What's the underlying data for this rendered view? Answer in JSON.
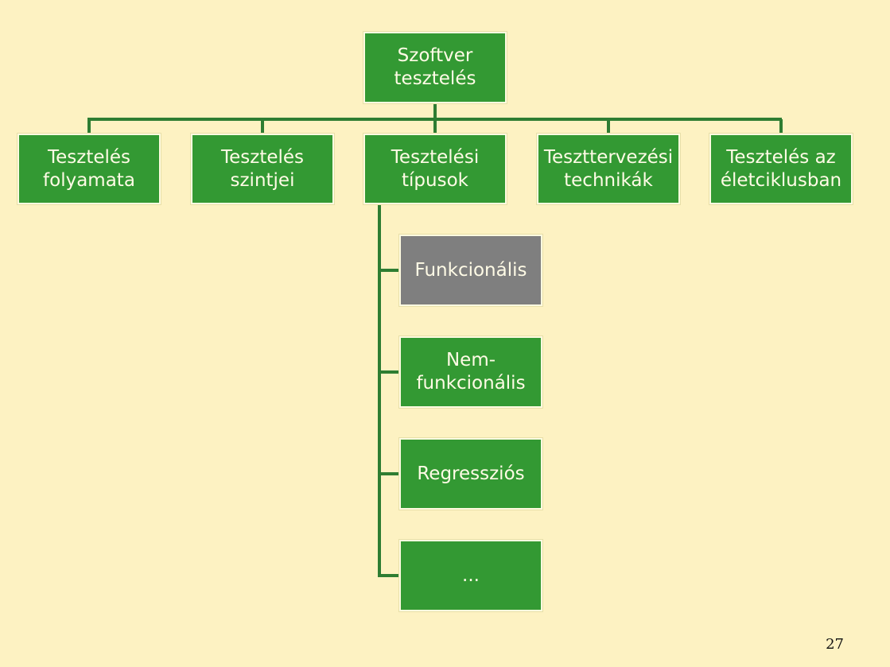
{
  "diagram": {
    "root": {
      "label": "Szoftver\ntesztelés"
    },
    "children": [
      {
        "label": "Tesztelés\nfolyamata"
      },
      {
        "label": "Tesztelés\nszintjei"
      },
      {
        "label": "Tesztelési\ntípusok"
      },
      {
        "label": "Teszttervezési\ntechnikák"
      },
      {
        "label": "Tesztelés az\néletciklusban"
      }
    ],
    "subtypes": [
      {
        "label": "Funkcionális",
        "highlighted": true
      },
      {
        "label": "Nem-\nfunkcionális",
        "highlighted": false
      },
      {
        "label": "Regressziós",
        "highlighted": false
      },
      {
        "label": "...",
        "highlighted": false
      }
    ],
    "colors": {
      "box_green": "#339933",
      "box_highlight": "#7f7f7f",
      "connector": "#2e7d32",
      "background": "#fdf2c2"
    }
  },
  "page_number": "27"
}
